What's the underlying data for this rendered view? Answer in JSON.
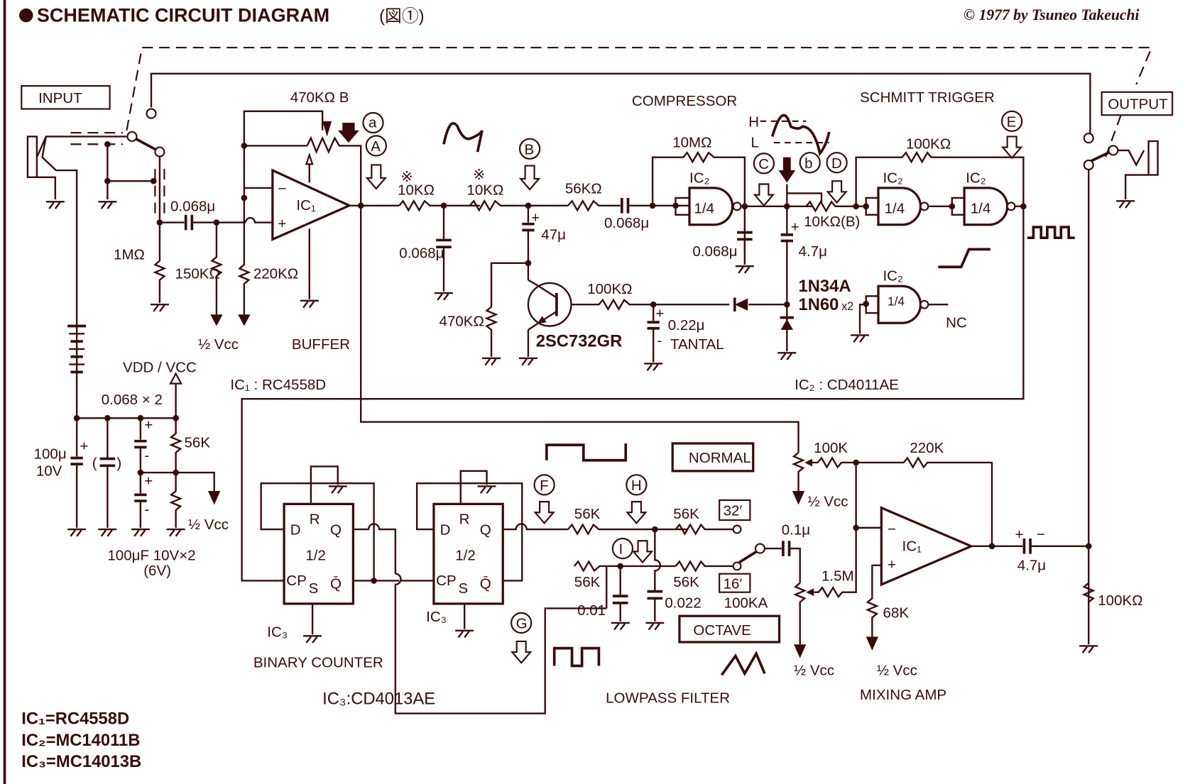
{
  "header": {
    "title": "SCHEMATIC CIRCUIT DIAGRAM",
    "figure_ref": "(図①)",
    "copyright": "© 1977 by Tsuneo Takeuchi"
  },
  "io": {
    "input_label": "INPUT",
    "output_label": "OUTPUT"
  },
  "sections": {
    "buffer": "BUFFER",
    "compressor": "COMPRESSOR",
    "schmitt": "SCHMITT  TRIGGER",
    "binary_counter": "BINARY  COUNTER",
    "lowpass": "LOWPASS  FILTER",
    "mixing_amp": "MIXING  AMP"
  },
  "ic_labels": {
    "ic1_opamp": "IC₁",
    "ic1_part": "IC₁ : RC4558D",
    "ic2_gate": "IC₂",
    "ic2_fraction": "1/4",
    "ic2_part": "IC₂ : CD4011AE",
    "ic3": "IC₃",
    "ic3_part": "IC₃:CD4013AE",
    "ff_half": "1/2",
    "ff_pins": {
      "d": "D",
      "r": "R",
      "q": "Q",
      "cp": "CP",
      "s": "S",
      "qbar": "Q̄"
    },
    "nc": "NC"
  },
  "test_points": [
    "A",
    "B",
    "C",
    "D",
    "E",
    "F",
    "G",
    "H",
    "I"
  ],
  "controls": {
    "a": "a",
    "b": "b"
  },
  "components": {
    "pot_gain": "470KΩ B",
    "c_in": "0.068μ",
    "r_1m": "1MΩ",
    "r_150k": "150KΩ",
    "r_220k": "220KΩ",
    "half_vcc": "½ Vcc",
    "r_10k_1": "10KΩ",
    "r_10k_2": "10KΩ",
    "star": "※",
    "c_filter": "0.068μ",
    "r_470k": "470KΩ",
    "c_47u": "47μ",
    "r_56k": "56KΩ",
    "c_coupling": "0.068μ",
    "r_10m": "10MΩ",
    "c_gate": "0.068μ",
    "c_4u7": "4.7μ",
    "pot_10k": "10KΩ(B)",
    "r_100k_schmitt": "100KΩ",
    "r_100k_base": "100KΩ",
    "c_tantal": "0.22μ",
    "tantal": "TANTAL",
    "transistor": "2SC732GR",
    "diodes_1": "1N34A",
    "diodes_2": "1N60",
    "diodes_qty": "x2",
    "wave_h": "H",
    "wave_l": "L",
    "vdd_vcc": "VDD / VCC",
    "c_supply": "0.068 × 2",
    "c_100u": "100μ",
    "v_10": "10V",
    "r_56k_div": "56K",
    "c_div_note": "100μF 10V×2",
    "c_div_note2": "(6V)",
    "lpf_r1": "56K",
    "lpf_r2": "56K",
    "lpf_r3": "56K",
    "lpf_r4": "56K",
    "c_001": "0.01",
    "c_0022": "0.022",
    "feet_32": "32′",
    "feet_16": "16′",
    "pot_octave": "100KA",
    "normal": "NORMAL",
    "octave": "OCTAVE",
    "c_01u": "0.1μ",
    "mix_100k": "100K",
    "mix_220k": "220K",
    "mix_1m5": "1.5M",
    "mix_68k": "68K",
    "c_out": "4.7μ",
    "r_out": "100KΩ",
    "plus": "+",
    "minus": "−"
  },
  "legend": [
    {
      "ic": "IC₁",
      "part": "=RC4558D"
    },
    {
      "ic": "IC₂",
      "part": "=MC14011B"
    },
    {
      "ic": "IC₃",
      "part": "=MC14013B"
    }
  ]
}
